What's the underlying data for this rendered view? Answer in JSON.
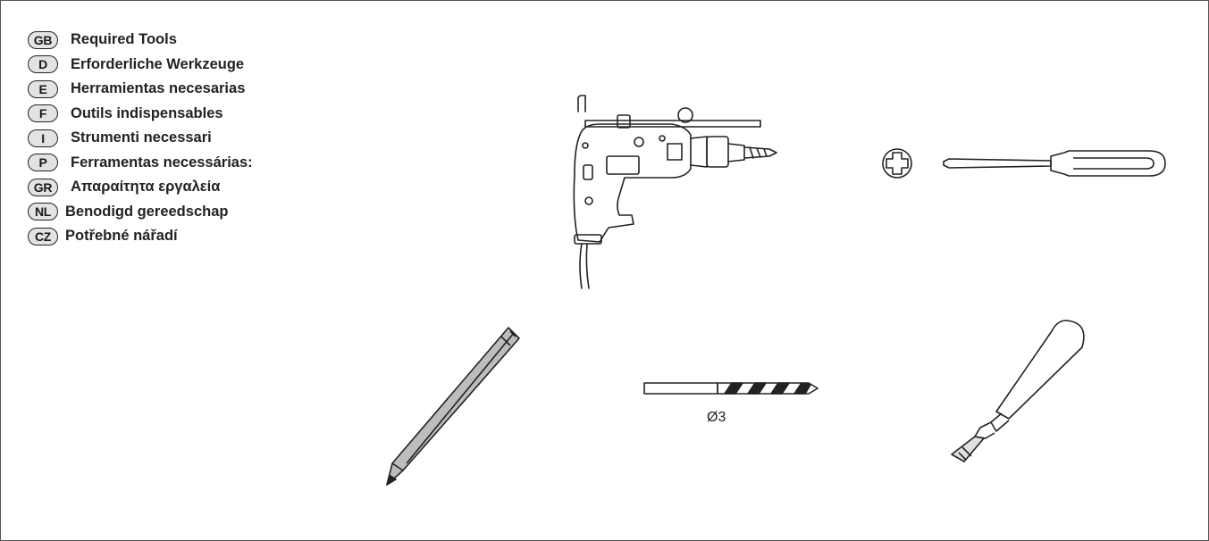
{
  "languages": [
    {
      "code": "GB",
      "label": "Required Tools"
    },
    {
      "code": "D",
      "label": "Erforderliche Werkzeuge"
    },
    {
      "code": "E",
      "label": "Herramientas necesarias"
    },
    {
      "code": "F",
      "label": "Outils indispensables"
    },
    {
      "code": "I",
      "label": "Strumenti necessari"
    },
    {
      "code": "P",
      "label": "Ferramentas necessárias:"
    },
    {
      "code": "GR",
      "label": "Απαραίτητα εργαλεία"
    },
    {
      "code": "NL",
      "label": "Benodigd gereedschap"
    },
    {
      "code": "CZ",
      "label": "Potřebné nářadí"
    }
  ],
  "tools": {
    "drill_bit_size": "Ø3"
  },
  "icons": [
    "drill-icon",
    "phillips-screwdriver-icon",
    "pencil-icon",
    "drill-bit-icon",
    "countersink-icon"
  ]
}
